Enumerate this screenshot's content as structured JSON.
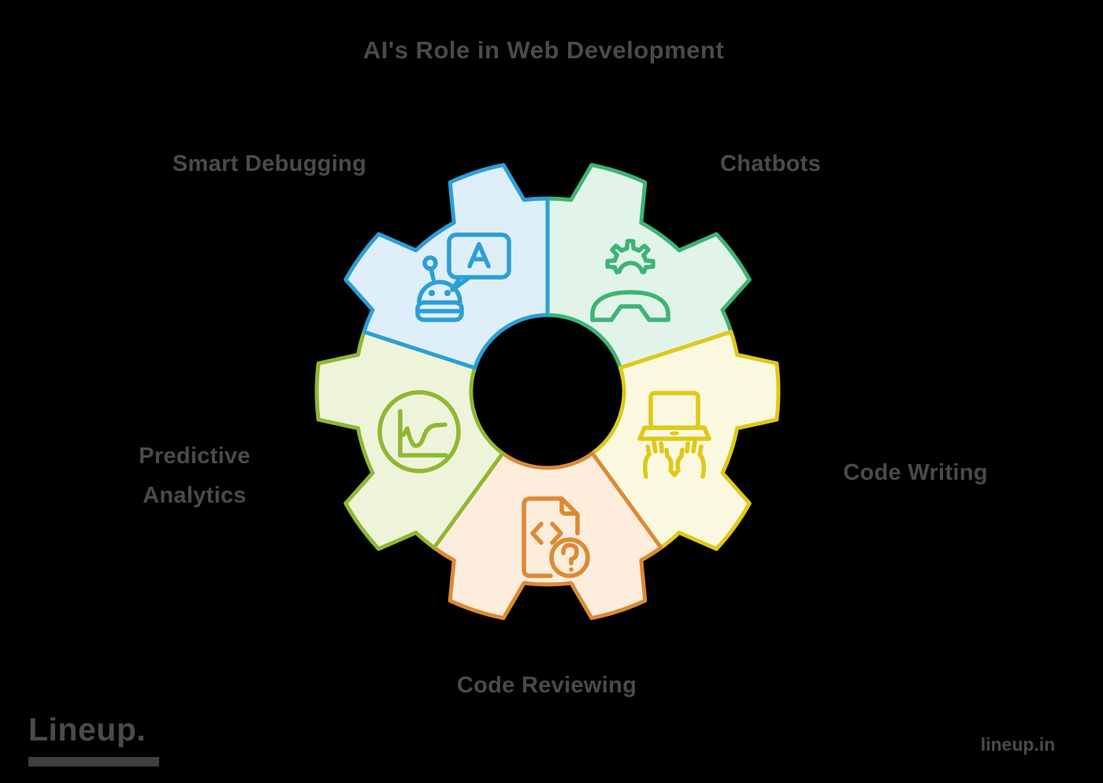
{
  "title": "AI's Role in Web Development",
  "colors": {
    "background": "#000000",
    "text": "#4A4A4A"
  },
  "gear": {
    "segments": [
      {
        "name": "chatbots",
        "label": "Chatbots",
        "icon": "gear-hand-icon",
        "fill": "#E2F4E9",
        "stroke": "#3CB574",
        "start_deg": 0
      },
      {
        "name": "code-writing",
        "label": "Code Writing",
        "icon": "laptop-typing-icon",
        "fill": "#FBF8E0",
        "stroke": "#DFC918",
        "start_deg": 72
      },
      {
        "name": "code-reviewing",
        "label": "Code Reviewing",
        "icon": "code-document-question-icon",
        "fill": "#FCEDDC",
        "stroke": "#DC8A35",
        "start_deg": 144
      },
      {
        "name": "predictive-analytics",
        "label": "Predictive Analytics",
        "label_lines": [
          "Predictive",
          "Analytics"
        ],
        "icon": "line-chart-circle-icon",
        "fill": "#EEF4DA",
        "stroke": "#8FB832",
        "start_deg": 216
      },
      {
        "name": "smart-debugging",
        "label": "Smart Debugging",
        "icon": "robot-chat-icon",
        "fill": "#DEEFF9",
        "stroke": "#2C9FD6",
        "start_deg": 288
      }
    ]
  },
  "footer": {
    "logo": "Lineup.",
    "website": "lineup.in"
  }
}
